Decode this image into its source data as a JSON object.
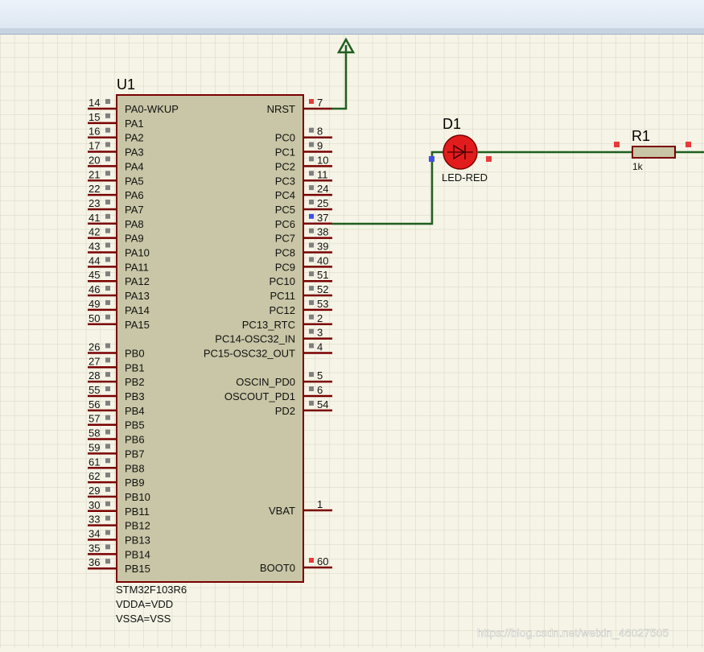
{
  "colors": {
    "grid": "#d6d4c3",
    "chip_body": "#c8c6a6",
    "pin_line": "#7a0000",
    "wire": "#1f5e1f",
    "led_red": "#e21c1c",
    "pin_marker_red": "#e83a3a",
    "pin_marker_gray": "#7f7f7f",
    "pin_marker_blue": "#3c50e8"
  },
  "chip": {
    "ref": "U1",
    "part": "STM32F103R6",
    "note1": "VDDA=VDD",
    "note2": "VSSA=VSS",
    "left_pins": [
      {
        "num": "14",
        "name": "PA0-WKUP"
      },
      {
        "num": "15",
        "name": "PA1"
      },
      {
        "num": "16",
        "name": "PA2"
      },
      {
        "num": "17",
        "name": "PA3"
      },
      {
        "num": "20",
        "name": "PA4"
      },
      {
        "num": "21",
        "name": "PA5"
      },
      {
        "num": "22",
        "name": "PA6"
      },
      {
        "num": "23",
        "name": "PA7"
      },
      {
        "num": "41",
        "name": "PA8"
      },
      {
        "num": "42",
        "name": "PA9"
      },
      {
        "num": "43",
        "name": "PA10"
      },
      {
        "num": "44",
        "name": "PA11"
      },
      {
        "num": "45",
        "name": "PA12"
      },
      {
        "num": "46",
        "name": "PA13"
      },
      {
        "num": "49",
        "name": "PA14"
      },
      {
        "num": "50",
        "name": "PA15"
      },
      {
        "num": "26",
        "name": "PB0"
      },
      {
        "num": "27",
        "name": "PB1"
      },
      {
        "num": "28",
        "name": "PB2"
      },
      {
        "num": "55",
        "name": "PB3"
      },
      {
        "num": "56",
        "name": "PB4"
      },
      {
        "num": "57",
        "name": "PB5"
      },
      {
        "num": "58",
        "name": "PB6"
      },
      {
        "num": "59",
        "name": "PB7"
      },
      {
        "num": "61",
        "name": "PB8"
      },
      {
        "num": "62",
        "name": "PB9"
      },
      {
        "num": "29",
        "name": "PB10"
      },
      {
        "num": "30",
        "name": "PB11"
      },
      {
        "num": "33",
        "name": "PB12"
      },
      {
        "num": "34",
        "name": "PB13"
      },
      {
        "num": "35",
        "name": "PB14"
      },
      {
        "num": "36",
        "name": "PB15"
      }
    ],
    "right_pins": [
      {
        "num": "7",
        "name": "NRST"
      },
      {
        "num": "8",
        "name": "PC0"
      },
      {
        "num": "9",
        "name": "PC1"
      },
      {
        "num": "10",
        "name": "PC2"
      },
      {
        "num": "11",
        "name": "PC3"
      },
      {
        "num": "24",
        "name": "PC4"
      },
      {
        "num": "25",
        "name": "PC5"
      },
      {
        "num": "37",
        "name": "PC6"
      },
      {
        "num": "38",
        "name": "PC7"
      },
      {
        "num": "39",
        "name": "PC8"
      },
      {
        "num": "40",
        "name": "PC9"
      },
      {
        "num": "51",
        "name": "PC10"
      },
      {
        "num": "52",
        "name": "PC11"
      },
      {
        "num": "53",
        "name": "PC12"
      },
      {
        "num": "2",
        "name": "PC13_RTC"
      },
      {
        "num": "3",
        "name": "PC14-OSC32_IN"
      },
      {
        "num": "4",
        "name": "PC15-OSC32_OUT"
      },
      {
        "num": "5",
        "name": "OSCIN_PD0"
      },
      {
        "num": "6",
        "name": "OSCOUT_PD1"
      },
      {
        "num": "54",
        "name": "PD2"
      },
      {
        "num": "1",
        "name": "VBAT"
      },
      {
        "num": "60",
        "name": "BOOT0"
      }
    ]
  },
  "led": {
    "ref": "D1",
    "value": "LED-RED"
  },
  "resistor": {
    "ref": "R1",
    "value": "1k"
  },
  "watermark": "https://blog.csdn.net/weixin_46027505"
}
